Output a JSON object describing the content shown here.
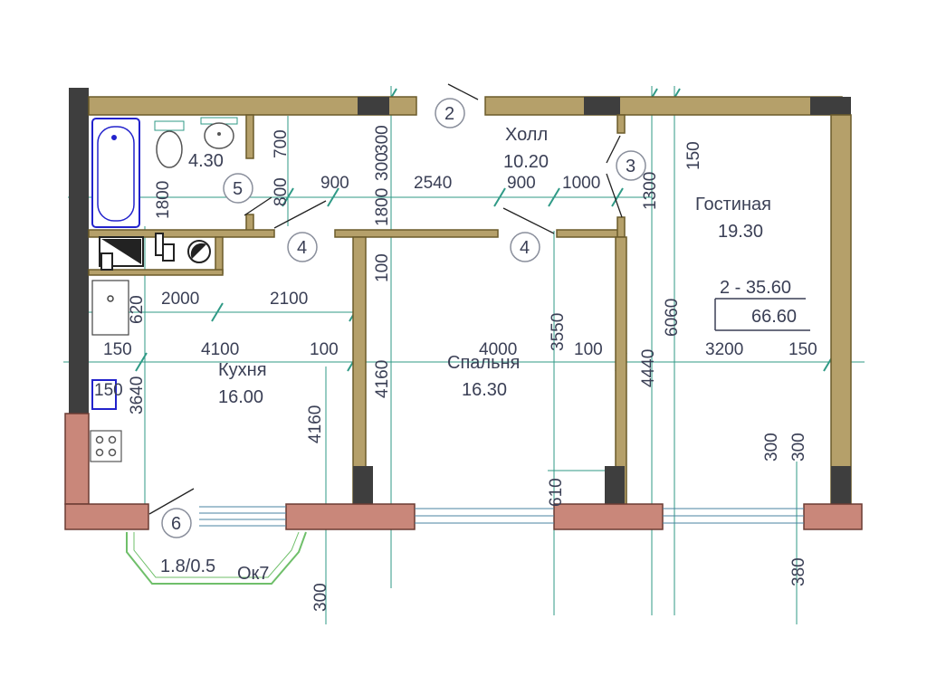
{
  "rooms": {
    "hall": {
      "name": "Холл",
      "area": "10.20"
    },
    "living": {
      "name": "Гостиная",
      "area": "19.30"
    },
    "kitchen": {
      "name": "Кухня",
      "area": "16.00"
    },
    "bedroom": {
      "name": "Спальня",
      "area": "16.30"
    },
    "bathroom": {
      "area": "4.30"
    }
  },
  "summary": {
    "line1": "2 - 35.60",
    "line2": "66.60"
  },
  "window_label": "Ок7",
  "balcony_label": "1.8/0.5",
  "room_tags": [
    "2",
    "3",
    "4",
    "4",
    "5",
    "6"
  ],
  "dimensions": {
    "top_row": [
      "900",
      "2540",
      "900",
      "1000"
    ],
    "mid_row": [
      "2000",
      "2100"
    ],
    "row3": [
      "150",
      "4100",
      "100",
      "4000",
      "100",
      "3200",
      "150"
    ],
    "vertical": [
      "700",
      "300",
      "1800",
      "300",
      "1300",
      "150",
      "800",
      "1800",
      "620",
      "3640",
      "4160",
      "100",
      "4160",
      "3550",
      "4440",
      "6060",
      "610",
      "300",
      "300",
      "380",
      "300"
    ],
    "small": "150"
  },
  "colors": {
    "wall": "#b5a06a",
    "brick": "#c9877a",
    "dim_line": "#2f9a86",
    "fixture": "#2222cc"
  }
}
